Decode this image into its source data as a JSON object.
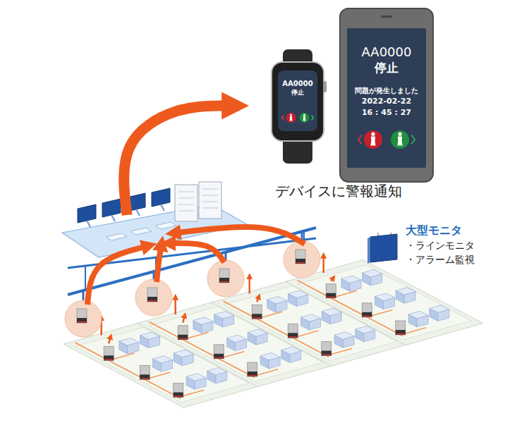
{
  "diagram": {
    "nodes": [
      {
        "text": [
          "AA0000",
          "停止"
        ]
      },
      {
        "text": [
          "AA0000",
          "停止",
          "問題が発生しました",
          "2022-02-22",
          "16 : 45 : 27"
        ]
      },
      {
        "text": [
          "大型モニタ",
          "・ラインモニタ",
          "・アラーム監視"
        ]
      }
    ],
    "labels": [
      "デバイスに警報通知"
    ]
  }
}
